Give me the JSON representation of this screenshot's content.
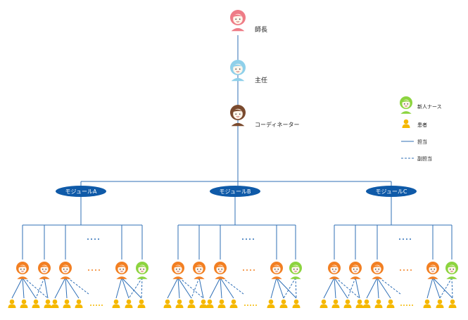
{
  "colors": {
    "line": "#2f6fb6",
    "module_fill": "#0f5aa8",
    "module_text": "#ffffff",
    "head_nurse": "#ee7c86",
    "chief": "#8fd0ea",
    "coordinator": "#7a4a2e",
    "staff_nurse": "#f27f22",
    "new_nurse": "#8cd43f",
    "patient": "#f5b800",
    "dots_orange": "#f27f22",
    "dots_blue": "#2f6fb6",
    "dots_patient": "#f5b800"
  },
  "hierarchy": {
    "head_label": "師長",
    "chief_label": "主任",
    "coordinator_label": "コーディネーター"
  },
  "modules": [
    {
      "label": "モジュールA",
      "icon": "module-a"
    },
    {
      "label": "モジュールB",
      "icon": "module-b"
    },
    {
      "label": "モジュールC",
      "icon": "module-c"
    }
  ],
  "legend": {
    "new_nurse": "新人ナース",
    "patient": "患者",
    "primary": "担当",
    "secondary": "副担当"
  },
  "icons": {
    "head_nurse": "female-nurse-icon",
    "chief": "female-nurse-icon",
    "coordinator": "female-nurse-icon",
    "staff_nurse": "nurse-icon",
    "new_nurse": "new-nurse-icon",
    "patient": "patient-icon"
  }
}
